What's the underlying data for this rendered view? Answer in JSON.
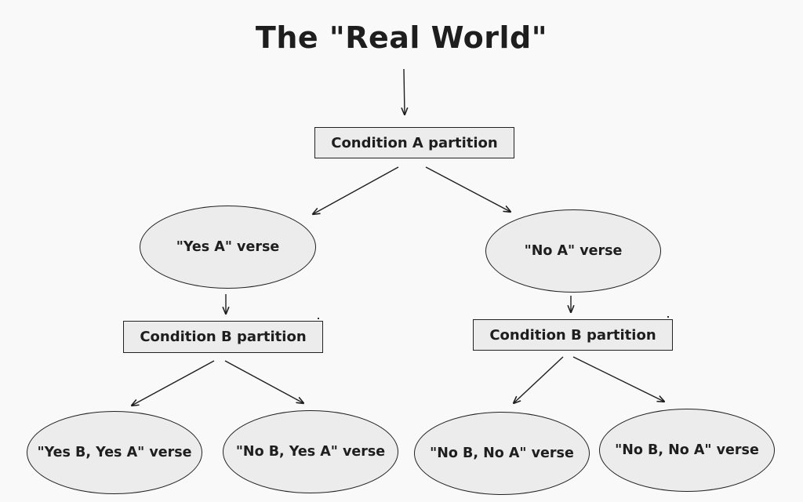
{
  "title": "The \"Real World\"",
  "nodes": {
    "condition_a": "Condition A partition",
    "yes_a": "\"Yes A\" verse",
    "no_a": "\"No A\" verse",
    "condition_b_left": "Condition B partition",
    "condition_b_right": "Condition B partition",
    "yes_b_yes_a": "\"Yes B, Yes A\" verse",
    "no_b_yes_a": "\"No B, Yes A\" verse",
    "no_b_no_a_left": "\"No B, No A\" verse",
    "no_b_no_a_right": "\"No B, No A\" verse"
  },
  "colors": {
    "background": "#f9f9fa",
    "node_fill": "#ececec",
    "stroke": "#222222",
    "text": "#1e1e1e"
  }
}
